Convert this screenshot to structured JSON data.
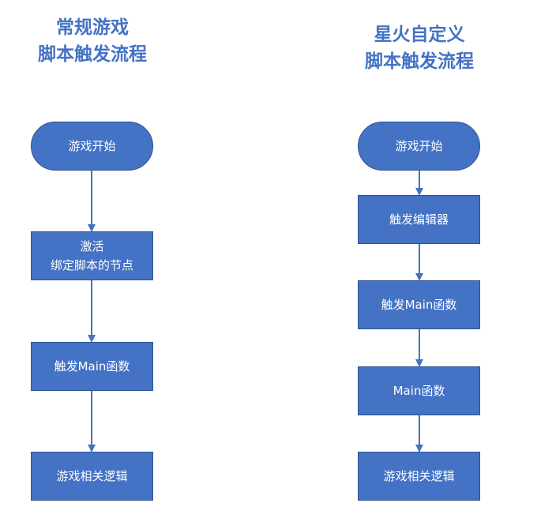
{
  "left_flow": {
    "title_line1": "常规游戏",
    "title_line2": "脚本触发流程",
    "nodes": [
      {
        "lines": [
          "游戏开始"
        ]
      },
      {
        "lines": [
          "激活",
          "绑定脚本的节点"
        ]
      },
      {
        "lines": [
          "触发Main函数"
        ]
      },
      {
        "lines": [
          "游戏相关逻辑"
        ]
      }
    ]
  },
  "right_flow": {
    "title_line1": "星火自定义",
    "title_line2": "脚本触发流程",
    "nodes": [
      {
        "lines": [
          "游戏开始"
        ]
      },
      {
        "lines": [
          "触发编辑器"
        ]
      },
      {
        "lines": [
          "触发Main函数"
        ]
      },
      {
        "lines": [
          "Main函数"
        ]
      },
      {
        "lines": [
          "游戏相关逻辑"
        ]
      }
    ]
  },
  "colors": {
    "node_fill": "#4472C4",
    "node_border": "#2F528F",
    "title": "#4472C4",
    "node_text": "#FFFFFF"
  }
}
